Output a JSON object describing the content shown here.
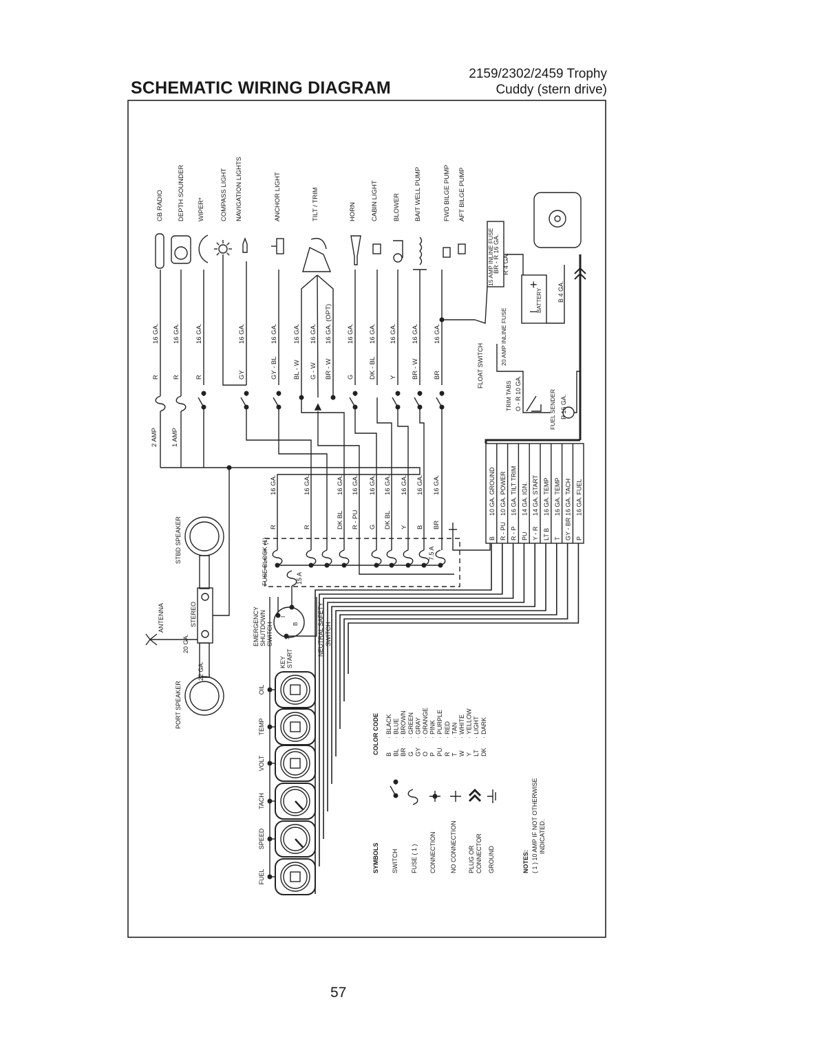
{
  "header": {
    "title": "SCHEMATIC WIRING DIAGRAM",
    "subtitle_line1": "2159/2302/2459 Trophy",
    "subtitle_line2": "Cuddy (stern drive)",
    "page_number": "57"
  },
  "components": [
    {
      "label": "CB RADIO",
      "wire_color": "R",
      "gauge": "16 GA.",
      "fuse": "2 AMP"
    },
    {
      "label": "DEPTH SOUNDER",
      "wire_color": "R",
      "gauge": "16 GA.",
      "fuse": "1 AMP"
    },
    {
      "label": "WIPER*",
      "wire_color": "R",
      "gauge": "16 GA."
    },
    {
      "label": "COMPASS LIGHT"
    },
    {
      "label": "NAVIGATION LIGHTS",
      "wire_color": "GY",
      "gauge": "16 GA."
    },
    {
      "label": "ANCHOR LIGHT",
      "wire_color": "GY - BL",
      "gauge": "16 GA."
    },
    {
      "label": "TILT / TRIM",
      "wire_color": "BL - W",
      "gauge": "16 GA."
    },
    {
      "label": "",
      "wire_color": "G - W",
      "gauge": "16 GA."
    },
    {
      "label": "",
      "wire_color": "BR - W",
      "gauge": "16 GA. (OPT)"
    },
    {
      "label": "HORN",
      "wire_color": "G",
      "gauge": "16 GA."
    },
    {
      "label": "CABIN LIGHT",
      "wire_color": "DK - BL",
      "gauge": "16 GA."
    },
    {
      "label": "BLOWER",
      "wire_color": "Y",
      "gauge": "16 GA."
    },
    {
      "label": "BAIT WELL PUMP",
      "wire_color": "BR - W",
      "gauge": "16 GA."
    },
    {
      "label": "FWD BILGE PUMP",
      "wire_color": "BR",
      "gauge": "16 GA."
    },
    {
      "label": "AFT BILGE PUMP"
    }
  ],
  "fuse_block": {
    "label": "FUSE BLOCK (1)",
    "main_fuse": "15 A",
    "wires": [
      {
        "color": "R",
        "gauge": "16 GA."
      },
      {
        "color": "R",
        "gauge": "16 GA."
      },
      {
        "color": "DK BL",
        "gauge": "16 GA."
      },
      {
        "color": "R - PU",
        "gauge": "16 GA."
      },
      {
        "color": "G",
        "gauge": "16 GA."
      },
      {
        "color": "DK BL",
        "gauge": "16 GA."
      },
      {
        "color": "Y",
        "gauge": "16 GA."
      },
      {
        "color": "B",
        "gauge": "16 GA."
      },
      {
        "color": "BR",
        "gauge": "16 GA.",
        "fuse": "7.5 A"
      }
    ]
  },
  "harness": [
    {
      "color": "B",
      "desc": "10 GA. GROUND"
    },
    {
      "color": "R - PU",
      "desc": "10 GA. POWER"
    },
    {
      "color": "R - P",
      "desc": "16 GA. TILT TRIM"
    },
    {
      "color": "PU",
      "desc": "14 GA. IGN."
    },
    {
      "color": "Y - R",
      "desc": "14 GA. START"
    },
    {
      "color": "LT B",
      "desc": "16 GA. TEMP"
    },
    {
      "color": "T",
      "desc": "16 GA. TEMP"
    },
    {
      "color": "GY - BR",
      "desc": "16 GA. TACH"
    },
    {
      "color": "P",
      "desc": "16 GA. FUEL"
    }
  ],
  "engine_side": {
    "br_r": "BR - R  16 GA.",
    "fuse15": "15 AMP INLINE FUSE",
    "r4": "R  4 GA.",
    "battery": "BATTERY",
    "b4": "B  4 GA.",
    "float_switch": "FLOAT  SWITCH",
    "fuse20": "20 AMP INLINE FUSE",
    "trim_tabs": "TRIM TABS",
    "or10": "O - R  10 GA.",
    "fuel_sender": "FUEL SENDER",
    "p16": "P  16 GA."
  },
  "stereo": {
    "stbd_speaker": "STBD  SPEAKER",
    "antenna": "ANTENNA",
    "stereo": "STEREO",
    "ga20": "20 GA.",
    "ga22": "22 GA.",
    "port_speaker": "PORT  SPEAKER"
  },
  "switches": {
    "emergency": "EMERGENCY SHUTDOWN SWITCH",
    "emergency_l1": "EMERGENCY",
    "emergency_l2": "SHUTDOWN",
    "emergency_l3": "SWITCH",
    "key_l1": "KEY",
    "key_l2": "START",
    "neutral_l1": "NEUTRAL  SAFETY",
    "neutral_l2": "SWITCH",
    "term_i": "I",
    "term_b": "B",
    "term_s": "S"
  },
  "gauges": [
    "OIL",
    "TEMP",
    "VOLT",
    "TACH",
    "SPEED",
    "FUEL"
  ],
  "symbols": {
    "title": "SYMBOLS",
    "items": [
      "SWITCH",
      "FUSE  ( 1 )",
      "CONNECTION",
      "NO  CONNECTION",
      "PLUG  OR",
      "CONNECTOR",
      "GROUND"
    ]
  },
  "color_code": {
    "title": "COLOR  CODE",
    "items": [
      {
        "code": "B",
        "name": "BLACK"
      },
      {
        "code": "BL",
        "name": "BLUE"
      },
      {
        "code": "BR",
        "name": "BROWN"
      },
      {
        "code": "G",
        "name": "GREEN"
      },
      {
        "code": "GY",
        "name": "GRAY"
      },
      {
        "code": "O",
        "name": "ORANGE"
      },
      {
        "code": "P",
        "name": "PINK"
      },
      {
        "code": "PU",
        "name": "PURPLE"
      },
      {
        "code": "R",
        "name": "RED"
      },
      {
        "code": "T",
        "name": "TAN"
      },
      {
        "code": "W",
        "name": "WHITE"
      },
      {
        "code": "Y",
        "name": "YELLOW"
      },
      {
        "code": "LT",
        "name": "LIGHT"
      },
      {
        "code": "DK",
        "name": "DARK"
      }
    ]
  },
  "notes": {
    "title": "NOTES:",
    "line1": "( 1 )  10  AMP  IF  NOT  OTHERWISE",
    "line2": "INDICATED."
  }
}
